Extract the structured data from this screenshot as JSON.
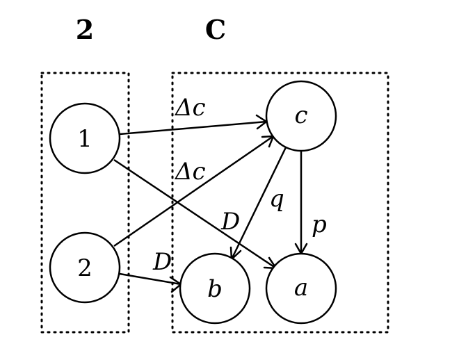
{
  "groups": [
    {
      "id": "g2",
      "title": "2"
    },
    {
      "id": "gC",
      "title": "C"
    }
  ],
  "nodes": [
    {
      "id": "n1",
      "label": "1"
    },
    {
      "id": "n2",
      "label": "2"
    },
    {
      "id": "nc",
      "label": "c"
    },
    {
      "id": "nb",
      "label": "b"
    },
    {
      "id": "na",
      "label": "a"
    }
  ],
  "edges": [
    {
      "from": "1",
      "to": "c",
      "label": "Δc"
    },
    {
      "from": "2",
      "to": "c",
      "label": "Δc"
    },
    {
      "from": "1",
      "to": "a",
      "label": "D"
    },
    {
      "from": "2",
      "to": "b",
      "label": "D"
    },
    {
      "from": "c",
      "to": "b",
      "label": "q"
    },
    {
      "from": "c",
      "to": "a",
      "label": "p"
    }
  ]
}
